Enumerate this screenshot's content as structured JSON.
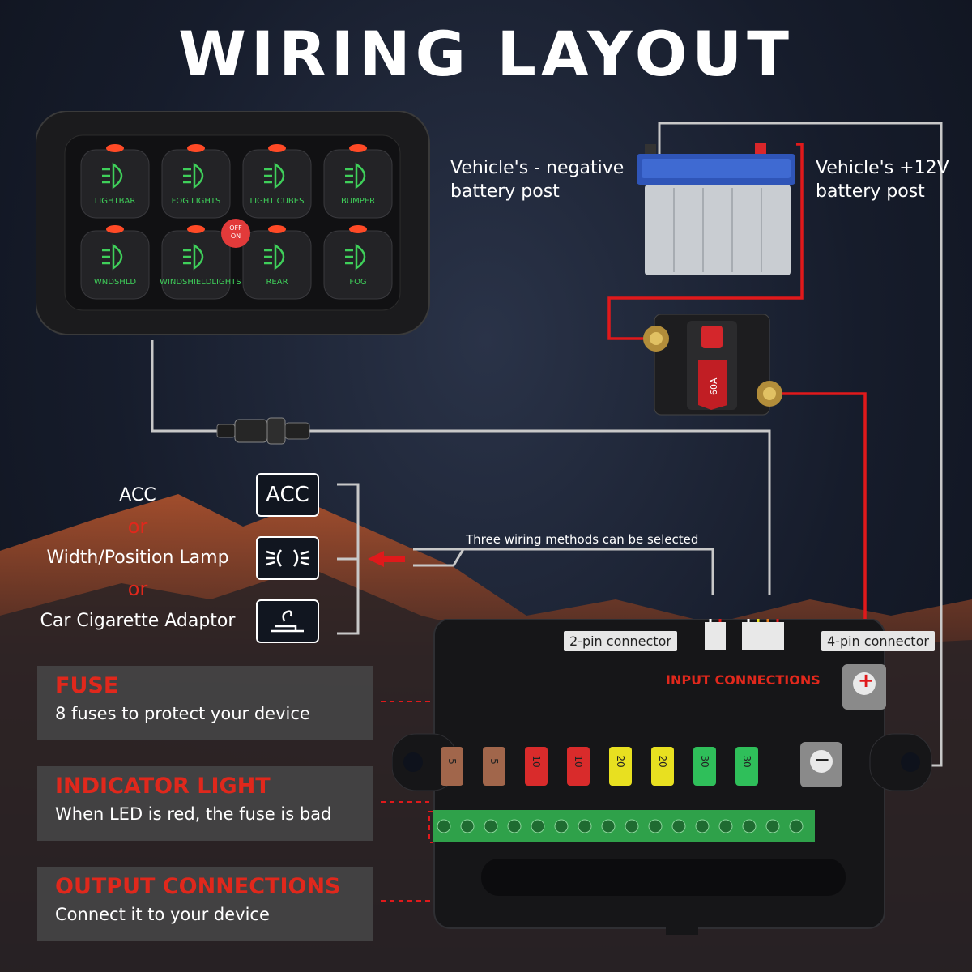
{
  "title": "WIRING LAYOUT",
  "switch_panel": {
    "buttons": [
      {
        "label": "LIGHTBAR",
        "icon": "lightbar-icon"
      },
      {
        "label": "FOG LIGHTS",
        "icon": "fog-lights-icon"
      },
      {
        "label": "LIGHT CUBES",
        "icon": "light-cubes-icon"
      },
      {
        "label": "BUMPER",
        "icon": "bumper-icon"
      },
      {
        "label": "WNDSHLD",
        "icon": "windshield-icon"
      },
      {
        "label": "WINDSHIELDLIGHTS",
        "icon": "windshield-lights-icon"
      },
      {
        "label": "REAR",
        "icon": "rear-icon"
      },
      {
        "label": "FOG",
        "icon": "fog-icon"
      }
    ],
    "power_button": {
      "top": "OFF",
      "bottom": "ON"
    }
  },
  "battery": {
    "negative_label": "Vehicle's - negative\nbattery post",
    "positive_label": "Vehicle's +12V\nbattery post"
  },
  "circuit_breaker": {
    "rating": "60A"
  },
  "input_options": {
    "acc_label": "ACC",
    "or1": "or",
    "width_lamp_label": "Width/Position Lamp",
    "or2": "or",
    "cigarette_label": "Car Cigarette Adaptor",
    "acc_box_text": "ACC",
    "note": "Three wiring methods can be selected"
  },
  "fuse_box": {
    "two_pin_label": "2-pin connector",
    "four_pin_label": "4-pin connector",
    "input_connections_label": "INPUT CONNECTIONS",
    "fuses": [
      {
        "value": "5",
        "color": "#a1664b"
      },
      {
        "value": "5",
        "color": "#a1664b"
      },
      {
        "value": "10",
        "color": "#d92b2b"
      },
      {
        "value": "10",
        "color": "#d92b2b"
      },
      {
        "value": "20",
        "color": "#e8e020"
      },
      {
        "value": "20",
        "color": "#e8e020"
      },
      {
        "value": "30",
        "color": "#2fbf5a"
      },
      {
        "value": "30",
        "color": "#2fbf5a"
      }
    ],
    "positive_symbol": "+",
    "negative_symbol": "−"
  },
  "info": {
    "fuse_title": "FUSE",
    "fuse_desc": "8 fuses to protect your device",
    "indicator_title": "INDICATOR LIGHT",
    "indicator_desc": "When LED is red, the fuse is bad",
    "output_title": "OUTPUT CONNECTIONS",
    "output_desc": "Connect it to your device"
  },
  "colors": {
    "red_wire": "#e0191b",
    "gray_wire": "#c8c8c8",
    "accent_red": "#e0281c",
    "led_green": "#3fd05a"
  }
}
